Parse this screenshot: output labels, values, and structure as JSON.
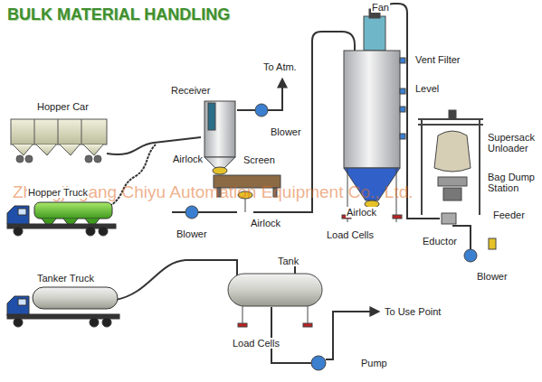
{
  "diagram": {
    "title": "BULK MATERIAL HANDLING",
    "labels": [
      "Hopper Car",
      "Hopper Truck",
      "Tanker Truck",
      "Receiver",
      "To Atm.",
      "Blower",
      "Airlock",
      "Screen",
      "Airlock",
      "Blower",
      "Fan",
      "Vent Filter",
      "Level",
      "Airlock",
      "Load Cells",
      "Supersack Unloader",
      "Bag Dump Station",
      "Feeder",
      "Eductor",
      "Blower",
      "Tank",
      "Load Cells",
      "To Use Point",
      "Pump",
      "Zhangjiagang Chiyu Automation Equipment Co., Ltd."
    ]
  }
}
